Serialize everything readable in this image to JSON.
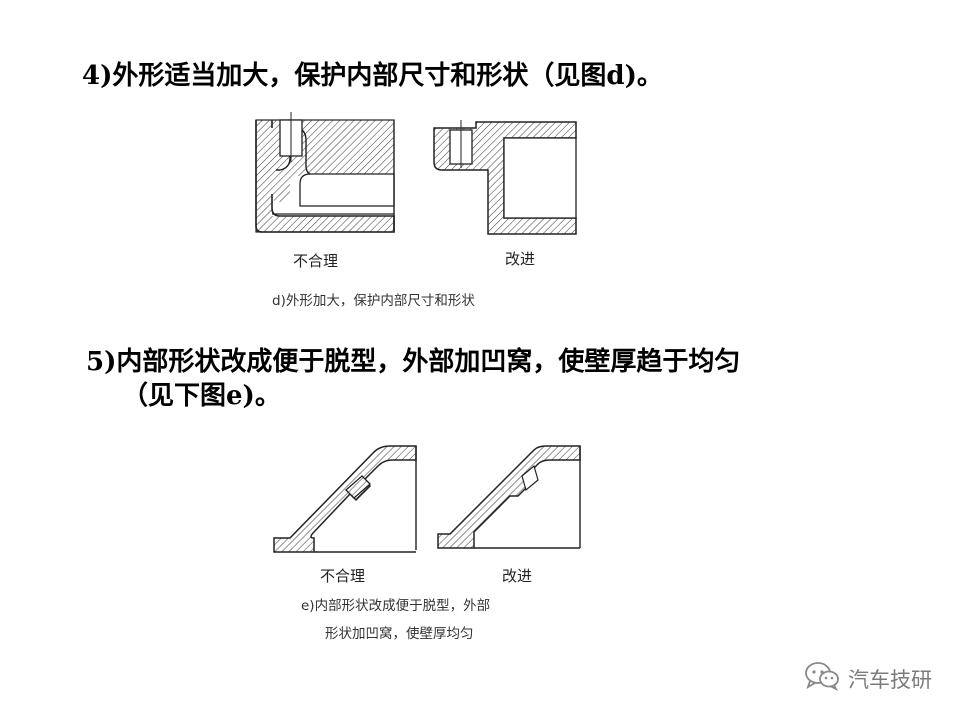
{
  "section_d": {
    "heading": "4)外形适当加大，保护内部尺寸和形状（见图d)。",
    "label_bad": "不合理",
    "label_good": "改进",
    "caption": "d)外形加大，保护内部尺寸和形状"
  },
  "section_e": {
    "heading_line1": "5)内部形状改成便于脱型，外部加凹窝，使壁厚趋于均匀",
    "heading_line2": "（见下图e)。",
    "label_bad": "不合理",
    "label_good": "改进",
    "caption_line1": "e)内部形状改成便于脱型，外部",
    "caption_line2": "形状加凹窝，使壁厚均匀"
  },
  "watermark": {
    "text": "汽车技研",
    "icon": "wechat-icon"
  }
}
